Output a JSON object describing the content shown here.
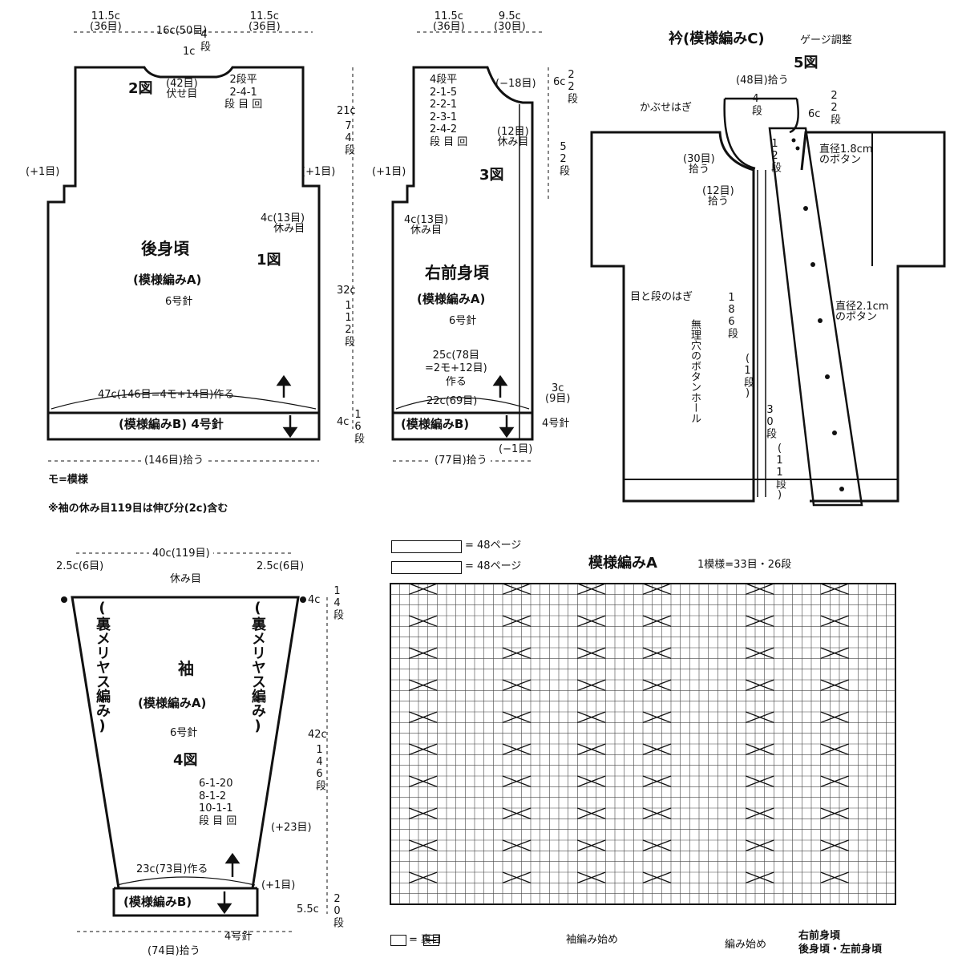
{
  "back": {
    "top_shoulder_left": "11.5c",
    "top_shoulder_left_sts": "(36目)",
    "top_neck": "16c(50目)",
    "top_shoulder_right": "11.5c",
    "top_shoulder_right_sts": "(36目)",
    "neck_depth": "1c",
    "neck_rows": "4段",
    "fig_no": "2図",
    "neck_bindoff": "(42目)",
    "neck_bindoff_label": "伏せ目",
    "neck_dec_1": "2段平",
    "neck_dec_2": "2-4-1",
    "neck_dec_3": "段 目 回",
    "inc_left": "(+1目)",
    "inc_right": "(+1目)",
    "armhole_w": "4c(13目)",
    "armhole_label": "休み目",
    "title": "後身頃",
    "pattern": "(模様編みA)",
    "needle": "6号針",
    "fig_no2": "1図",
    "cast_on": "47c(146目=4モ+14目)作る",
    "ribbing": "(模様編みB) 4号針",
    "pick_up": "(146目)拾う",
    "legend_mo": "モ=模様",
    "note": "※袖の休み目119目は伸び分(2c)含む"
  },
  "side_dims": {
    "upper": "21c",
    "upper_rows": "74段",
    "lower": "32c",
    "lower_rows": "112段",
    "rib": "4c",
    "rib_rows": "16段"
  },
  "front": {
    "top_shoulder": "11.5c",
    "top_shoulder_sts": "(36目)",
    "top_neck": "9.5c",
    "top_neck_sts": "(30目)",
    "neck_dec_1": "4段平",
    "neck_dec_2": "2-1-5",
    "neck_dec_3": "2-2-1",
    "neck_dec_4": "2-3-1",
    "neck_dec_5": "2-4-2",
    "neck_dec_6": "段 目 回",
    "neck_dec_total": "(−18目)",
    "neck_rest": "(12目)",
    "neck_rest_label": "休み目",
    "fig_no": "3図",
    "inc": "(+1目)",
    "armhole_w": "4c(13目)",
    "armhole_label": "休み目",
    "title": "右前身頃",
    "pattern": "(模様編みA)",
    "needle": "6号針",
    "neck_h": "6c",
    "neck_rows": "22段",
    "total_rows": "52段",
    "cast_on_1": "25c(78目",
    "cast_on_2": "=2モ+12目)",
    "cast_on_3": "作る",
    "rib_pick": "22c(69目)",
    "band_w": "3c",
    "band_sts": "(9目)",
    "ribbing": "(模様編みB)",
    "rib_needle": "4号針",
    "dec": "(−1目)",
    "pick_up": "(77目)拾う"
  },
  "collar": {
    "title": "衿(模様編みC)",
    "gauge": "ゲージ調整",
    "fig_no": "5図",
    "pick_total": "(48目)拾う",
    "rows_4": "4段",
    "h": "6c",
    "rows_22": "22段",
    "seam_top": "かぶせはぎ",
    "pick_30": "(30目)",
    "pick_30_label": "拾う",
    "rows_12": "12段",
    "pick_12": "(12目)",
    "pick_12_label": "拾う",
    "btn_small": "直径1.8cm",
    "btn_small_label": "のボタン",
    "seam_side": "目と段のはぎ",
    "band_rows": "186段",
    "dec_1": "(1段)",
    "buttonhole": "無理穴のボタンホール",
    "btn_large": "直径2.1cm",
    "btn_large_label": "のボタン",
    "rows_30": "30段",
    "rows_11": "(11段)"
  },
  "sleeve": {
    "top_w": "40c(119目)",
    "left_part": "2.5c(6目)",
    "right_part": "2.5c(6目)",
    "rest": "休み目",
    "side_left": "(裏メリヤス編み)",
    "side_right": "(裏メリヤス編み)",
    "title": "袖",
    "pattern": "(模様編みA)",
    "needle": "6号針",
    "fig_no": "4図",
    "inc_1": "6-1-20",
    "inc_2": "8-1-2",
    "inc_3": "10-1-1",
    "inc_4": "段 目 回",
    "inc_total": "(+23目)",
    "top_h": "4c",
    "top_rows": "14段",
    "mid_h": "42c",
    "mid_rows": "146段",
    "cast_on": "23c(73目)作る",
    "inc_one": "(+1目)",
    "ribbing": "(模様編みB)",
    "rib_h": "5.5c",
    "rib_rows": "20段",
    "rib_needle": "4号針",
    "pick_up": "(74目)拾う"
  },
  "chart": {
    "legend_1": "= 48ページ",
    "legend_2": "= 48ページ",
    "title": "模様編みA",
    "repeat": "1模様=33目・26段",
    "key": "= 裏目",
    "sleeve_start": "袖編み始め",
    "start": "編み始め",
    "front_right": "右前身頃",
    "back_front_left": "後身頃・左前身頃"
  }
}
